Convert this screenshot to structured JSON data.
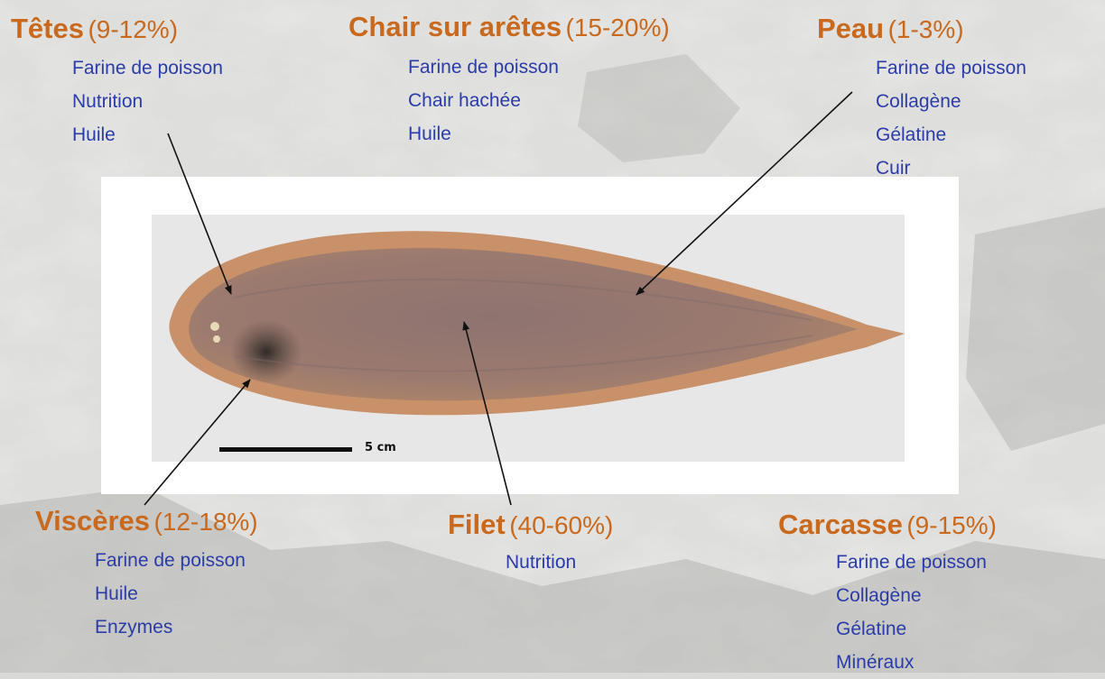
{
  "colors": {
    "title": "#c8691e",
    "item": "#2b3ca8",
    "arrow": "#111111"
  },
  "groups": {
    "tetes": {
      "name": "Têtes",
      "pct": "(9-12%)",
      "items": [
        "Farine de poisson",
        "Nutrition",
        "Huile"
      ]
    },
    "chair": {
      "name": "Chair sur arêtes",
      "pct": "(15-20%)",
      "items": [
        "Farine de poisson",
        "Chair hachée",
        "Huile"
      ]
    },
    "peau": {
      "name": "Peau",
      "pct": "(1-3%)",
      "items": [
        "Farine de poisson",
        "Collagène",
        "Gélatine",
        "Cuir"
      ]
    },
    "visceres": {
      "name": "Viscères",
      "pct": "(12-18%)",
      "items": [
        "Farine de poisson",
        "Huile",
        "Enzymes"
      ]
    },
    "filet": {
      "name": "Filet",
      "pct": "(40-60%)",
      "items": [
        "Nutrition"
      ]
    },
    "carcasse": {
      "name": "Carcasse",
      "pct": "(9-15%)",
      "items": [
        "Farine de poisson",
        "Collagène",
        "Gélatine",
        "Minéraux"
      ]
    }
  },
  "scale_bar": {
    "label": "5 cm"
  }
}
